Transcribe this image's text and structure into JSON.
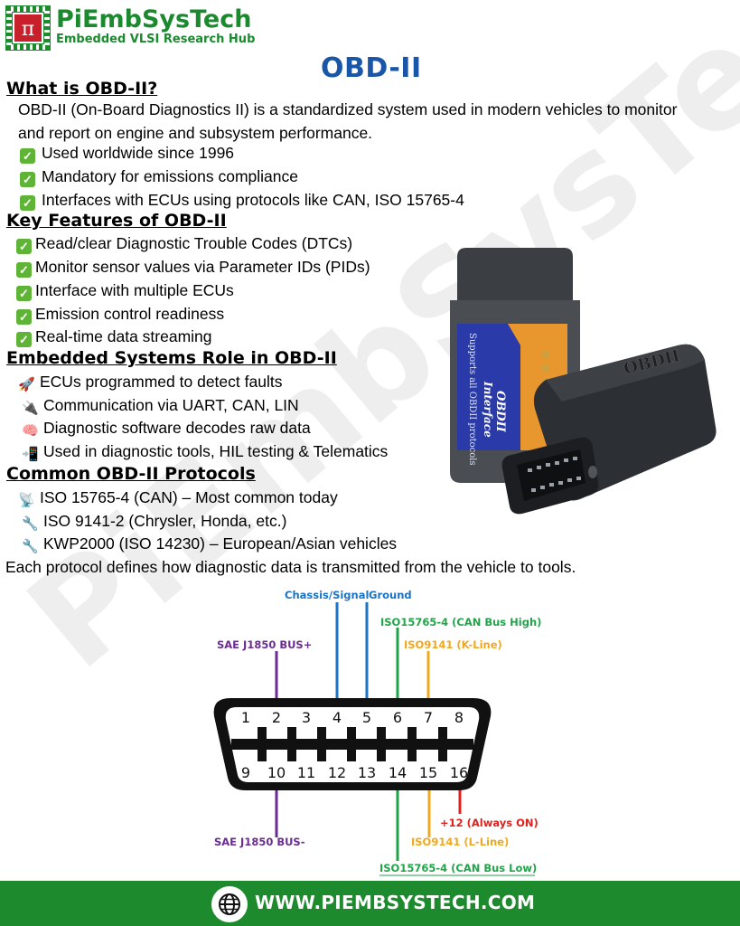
{
  "brand": {
    "name": "PiEmbSysTech",
    "tagline": "Embedded VLSI Research Hub"
  },
  "watermark": "PiEmbSysTech",
  "title": "OBD-II",
  "sections": {
    "what": {
      "heading": "What is OBD-II?",
      "intro_line1": "OBD-II (On-Board Diagnostics II) is a standardized system used in modern vehicles to monitor",
      "intro_line2": "and report on engine and subsystem performance.",
      "bullets": [
        "Used worldwide since 1996",
        "Mandatory for emissions compliance",
        "Interfaces with ECUs using protocols like CAN, ISO 15765-4"
      ]
    },
    "features": {
      "heading": "Key Features of OBD-II",
      "bullets": [
        "Read/clear Diagnostic Trouble Codes (DTCs)",
        "Monitor sensor values via Parameter IDs (PIDs)",
        "Interface with multiple ECUs",
        "Emission control readiness",
        "Real-time data streaming"
      ]
    },
    "role": {
      "heading": "Embedded Systems Role in OBD-II",
      "bullets": [
        {
          "icon": "rocket-icon",
          "glyph": "🚀",
          "text": "ECUs programmed to detect faults"
        },
        {
          "icon": "plug-icon",
          "glyph": "🔌",
          "text": "Communication via UART, CAN, LIN"
        },
        {
          "icon": "brain-icon",
          "glyph": "🧠",
          "text": "Diagnostic software decodes raw data"
        },
        {
          "icon": "phone-icon",
          "glyph": "📲",
          "text": "Used in diagnostic tools, HIL testing & Telematics"
        }
      ]
    },
    "protocols": {
      "heading": "Common OBD-II Protocols",
      "bullets": [
        {
          "icon": "satellite-icon",
          "glyph": "📡",
          "text": "ISO 15765-4 (CAN) – Most common today"
        },
        {
          "icon": "wrench-icon",
          "glyph": "🔧",
          "text": "ISO 9141-2 (Chrysler, Honda, etc.)"
        },
        {
          "icon": "wrench-icon",
          "glyph": "🔧",
          "text": "KWP2000 (ISO 14230) – European/Asian vehicles"
        }
      ],
      "summary": "Each protocol defines how diagnostic data is transmitted from the vehicle to tools."
    }
  },
  "device": {
    "label_main": "OBDII",
    "label_sub": "Interface",
    "label_side": "Supports all OBDII protocols"
  },
  "pinout": {
    "top_pins": [
      "1",
      "2",
      "3",
      "4",
      "5",
      "6",
      "7",
      "8"
    ],
    "bottom_pins": [
      "9",
      "10",
      "11",
      "12",
      "13",
      "14",
      "15",
      "16"
    ],
    "labels": {
      "chassis": "Chassis/Signal",
      "ground": "Ground",
      "can_high": "ISO15765-4 (CAN Bus High)",
      "j1850_plus": "SAE J1850 BUS+",
      "k_line": "ISO9141 (K-Line)",
      "j1850_minus": "SAE J1850 BUS-",
      "power": "+12 (Always ON)",
      "l_line": "ISO9141 (L-Line)",
      "can_low": "ISO15765-4 (CAN Bus Low)"
    },
    "colors": {
      "purple": "#6a2c91",
      "blue": "#1b73c4",
      "green": "#22a34a",
      "orange": "#f0a81e",
      "red": "#e0201c"
    }
  },
  "footer": {
    "url": "WWW.PIEMBSYSTECH.COM"
  }
}
